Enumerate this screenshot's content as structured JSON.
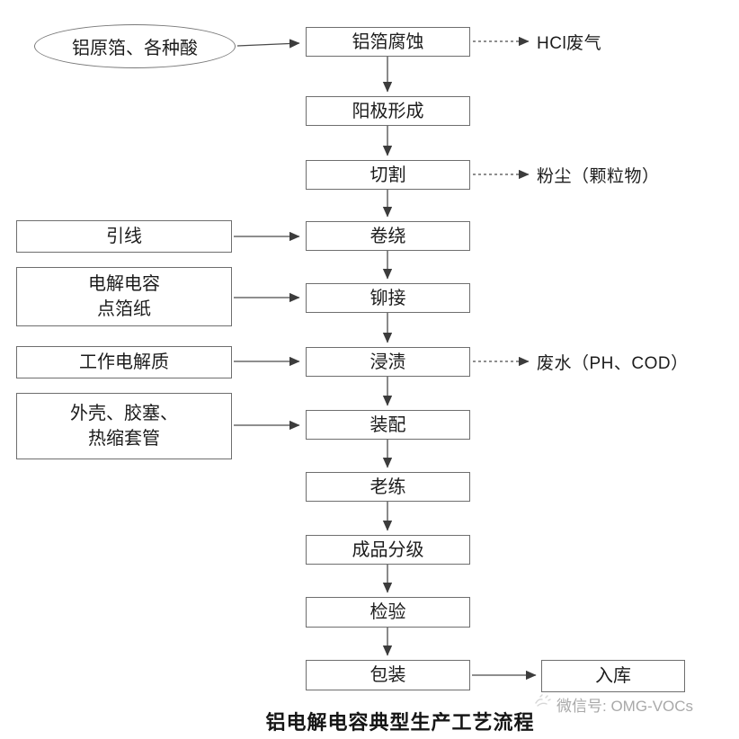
{
  "colors": {
    "background": "#ffffff",
    "box_border": "#6e6e6e",
    "text": "#1c1c1c",
    "arrow": "#3c3c3c",
    "watermark_gray": "#a9a9a9"
  },
  "flow": {
    "source": {
      "label": "铝原箔、各种酸"
    },
    "steps": [
      {
        "label": "铝箔腐蚀"
      },
      {
        "label": "阳极形成"
      },
      {
        "label": "切割"
      },
      {
        "label": "卷绕"
      },
      {
        "label": "铆接"
      },
      {
        "label": "浸渍"
      },
      {
        "label": "装配"
      },
      {
        "label": "老练"
      },
      {
        "label": "成品分级"
      },
      {
        "label": "检验"
      },
      {
        "label": "包装"
      }
    ],
    "warehouse": {
      "label": "入库"
    },
    "inputs": [
      {
        "label": "引线",
        "feeds": "卷绕"
      },
      {
        "label": "电解电容\n点箔纸",
        "feeds": "铆接"
      },
      {
        "label": "工作电解质",
        "feeds": "浸渍"
      },
      {
        "label": "外壳、胶塞、\n热缩套管",
        "feeds": "装配"
      }
    ],
    "emissions": [
      {
        "label": "HCl废气",
        "from": "铝箔腐蚀"
      },
      {
        "label": "粉尘（颗粒物）",
        "from": "切割"
      },
      {
        "label": "废水（PH、COD）",
        "from": "浸渍"
      }
    ],
    "caption": "铝电解电容典型生产工艺流程",
    "watermark": "微信号: OMG-VOCs"
  }
}
